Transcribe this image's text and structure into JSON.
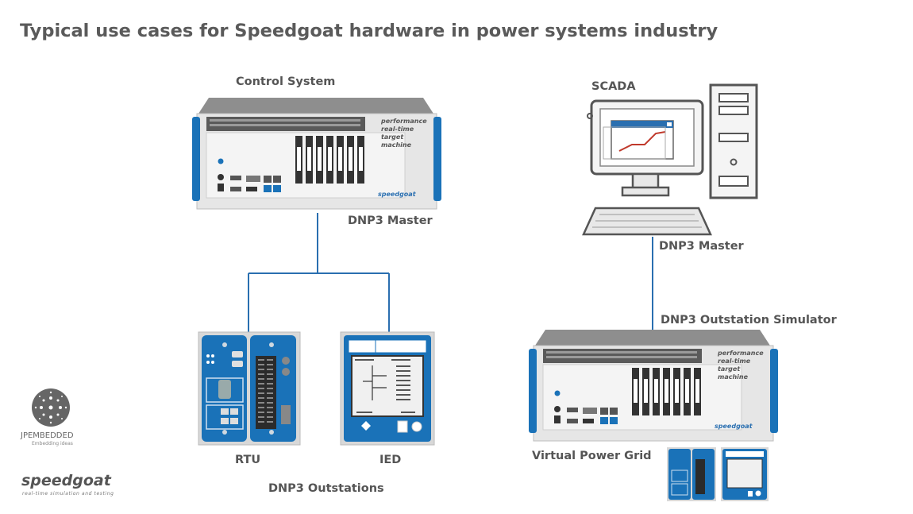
{
  "title": "Typical use cases for Speedgoat hardware in power systems industry",
  "labels": {
    "control_system": "Control System",
    "dnp3_master_left": "DNP3 Master",
    "scada": "SCADA",
    "dnp3_master_right": "DNP3 Master",
    "outstation_simulator": "DNP3 Outstation Simulator",
    "rtu": "RTU",
    "ied": "IED",
    "dnp3_outstations": "DNP3 Outstations",
    "virtual_power_grid": "Virtual Power Grid"
  },
  "rack_text": {
    "line1": "performance",
    "line2": "real-time",
    "line3": "target",
    "line4": "machine",
    "brand": "speedgoat"
  },
  "logos": {
    "jpembedded": "JPEMBEDDED",
    "jpembedded_tagline": "Embedding ideas",
    "speedgoat": "speedgoat",
    "speedgoat_tagline": "real-time simulation and testing"
  },
  "colors": {
    "accent_blue": "#2a6fb0",
    "device_blue": "#1a72b8",
    "gray_text": "#555555",
    "rack_gray": "#8a8a8a"
  }
}
